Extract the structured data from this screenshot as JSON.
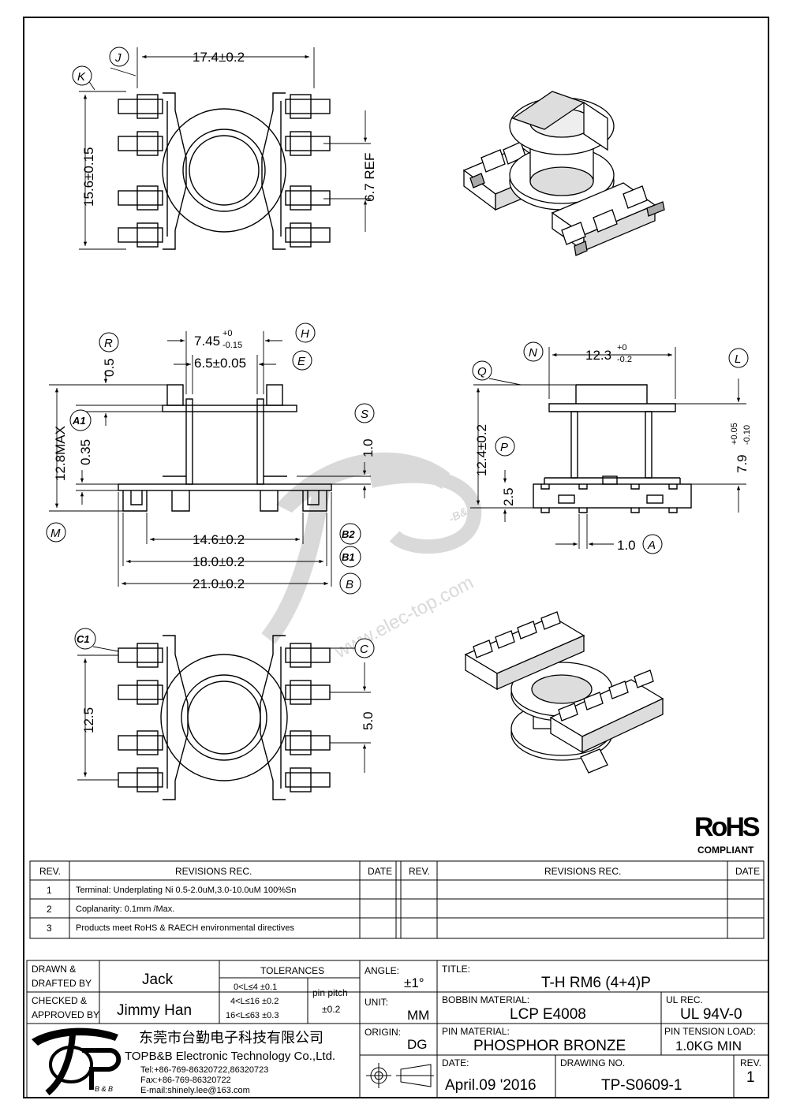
{
  "dimensions": {
    "top_width": "17.4±0.2",
    "top_height": "15.6±0.15",
    "top_ref": "6.7 REF",
    "side_w1_main": "7.45",
    "side_w1_tol_up": "+0",
    "side_w1_tol_dn": "-0.15",
    "side_w2": "6.5±0.05",
    "side_05": "0.5",
    "side_128": "12.8MAX",
    "side_035": "0.35",
    "side_10": "1.0",
    "side_146": "14.6±0.2",
    "side_180": "18.0±0.2",
    "side_210": "21.0±0.2",
    "right_w_main": "12.3",
    "right_w_tol_up": "+0",
    "right_w_tol_dn": "-0.2",
    "right_124": "12.4±0.2",
    "right_25": "2.5",
    "right_79_main": "7.9",
    "right_79_tol_up": "+0.05",
    "right_79_tol_dn": "-0.10",
    "right_pitch": "1.0",
    "bottom_125": "12.5",
    "bottom_50": "5.0"
  },
  "callouts": {
    "J": "J",
    "K": "K",
    "R": "R",
    "H": "H",
    "E": "E",
    "A1": "A1",
    "S": "S",
    "M": "M",
    "B2": "B2",
    "B1": "B1",
    "B": "B",
    "N": "N",
    "L": "L",
    "Q": "Q",
    "P": "P",
    "A": "A",
    "C1": "C1",
    "C": "C"
  },
  "watermark": {
    "url": "www.elec-top.com",
    "mark": "-B&B-"
  },
  "rohs": {
    "logo": "RoHS",
    "caption": "COMPLIANT"
  },
  "revisions": {
    "headers": {
      "rev": "REV.",
      "rec": "REVISIONS   REC.",
      "date": "DATE"
    },
    "rows": [
      {
        "rev": "1",
        "rec": "Terminal: Underplating Ni 0.5-2.0uM,3.0-10.0uM 100%Sn"
      },
      {
        "rev": "2",
        "rec": "Coplanarity: 0.1mm /Max."
      },
      {
        "rev": "3",
        "rec": "Products meet RoHS & RAECH environmental directives"
      }
    ]
  },
  "title_block": {
    "drawn_label_1": "DRAWN &",
    "drawn_label_2": "DRAFTED BY",
    "drawn_value": "Jack",
    "checked_label_1": "CHECKED &",
    "checked_label_2": "APPROVED BY",
    "checked_value": "Jimmy Han",
    "tolerances_label": "TOLERANCES",
    "tol_rows": [
      "0<L≤4   ±0.1",
      "4<L≤16  ±0.2",
      "16<L≤63  ±0.3"
    ],
    "pin_pitch_label": "pin pitch",
    "pin_pitch_value": "±0.2",
    "angle_label": "ANGLE:",
    "angle_value": "±1°",
    "unit_label": "UNIT:",
    "unit_value": "MM",
    "origin_label": "ORIGIN:",
    "origin_value": "DG",
    "title_label": "TITLE:",
    "title_value": "T-H RM6 (4+4)P",
    "bobbin_label": "BOBBIN MATERIAL:",
    "bobbin_value": "LCP E4008",
    "ul_label": "UL REC.",
    "ul_value": "UL 94V-0",
    "pin_label": "PIN MATERIAL:",
    "pin_value": "PHOSPHOR BRONZE",
    "tension_label": "PIN TENSION LOAD:",
    "tension_value": "1.0KG   MIN",
    "date_label": "DATE:",
    "date_value": "April.09 '2016",
    "drawing_label": "DRAWING NO.",
    "drawing_value": "TP-S0609-1",
    "rev_label": "REV.",
    "rev_value": "1",
    "company_cn": "东莞市台勤电子科技有限公司",
    "company_en": "TOPB&B Electronic Technology Co.,Ltd.",
    "tel": "Tel:+86-769-86320722,86320723",
    "fax": "Fax:+86-769-86320722",
    "email": "E-mail:shinely.lee@163.com",
    "logo_sub": "B & B"
  }
}
